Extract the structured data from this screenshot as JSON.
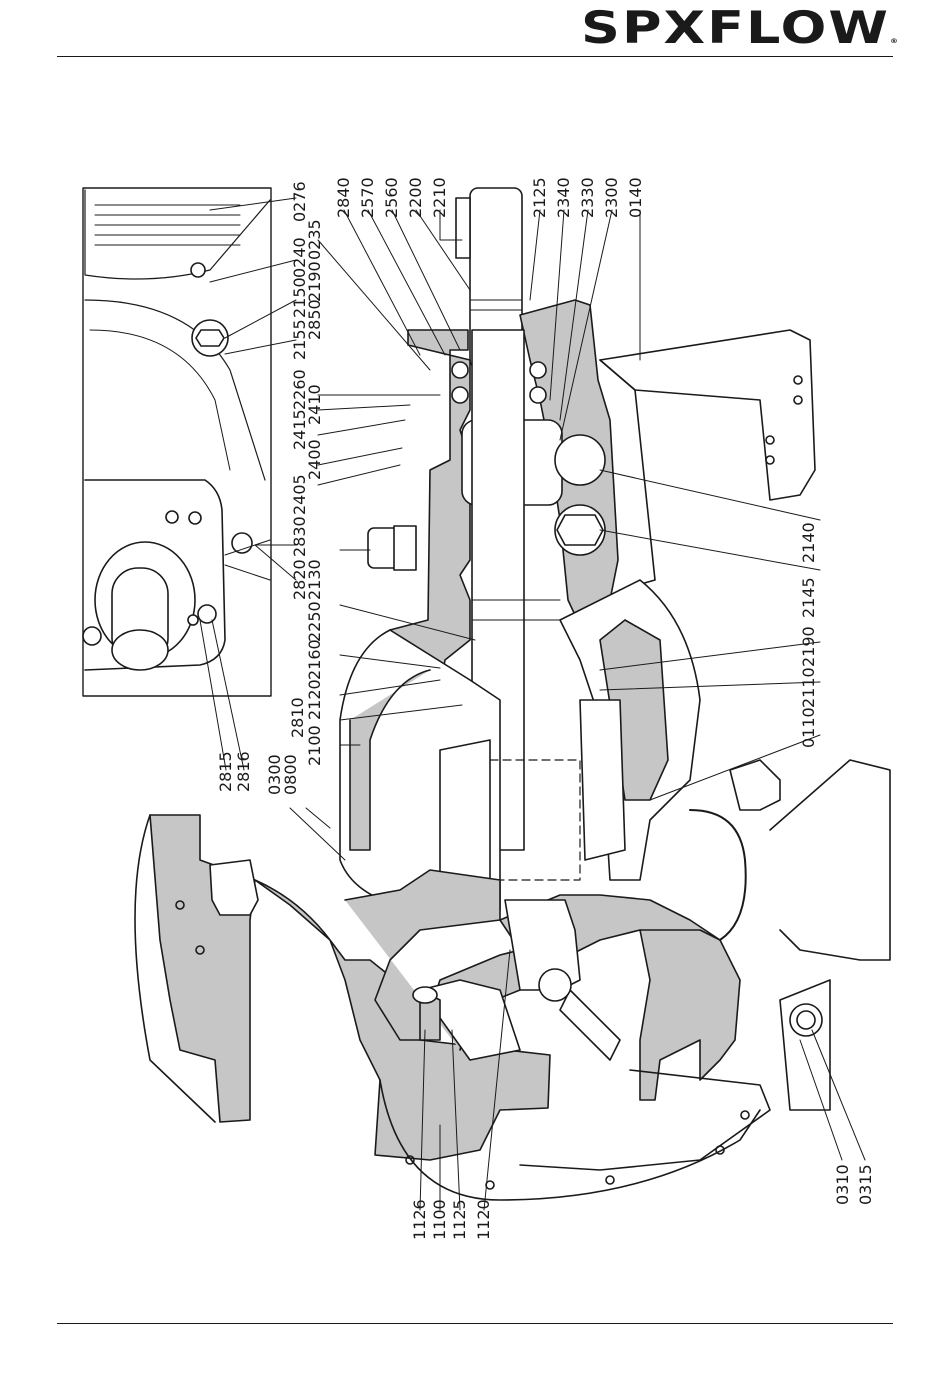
{
  "header": {
    "logo_main": "SPXFLOW",
    "logo_mark": "®"
  },
  "diagram": {
    "part_labels": [
      {
        "id": "0276",
        "text": "0276"
      },
      {
        "id": "0235",
        "text": "0235"
      },
      {
        "id": "0240",
        "text": "0240"
      },
      {
        "id": "2190a",
        "text": "2190"
      },
      {
        "id": "2150",
        "text": "2150"
      },
      {
        "id": "2850",
        "text": "2850"
      },
      {
        "id": "2155",
        "text": "2155"
      },
      {
        "id": "2260",
        "text": "2260"
      },
      {
        "id": "2410",
        "text": "2410"
      },
      {
        "id": "2415",
        "text": "2415"
      },
      {
        "id": "2400",
        "text": "2400"
      },
      {
        "id": "2405",
        "text": "2405"
      },
      {
        "id": "2830",
        "text": "2830"
      },
      {
        "id": "2820",
        "text": "2820"
      },
      {
        "id": "2130",
        "text": "2130"
      },
      {
        "id": "2250",
        "text": "2250"
      },
      {
        "id": "2160",
        "text": "2160"
      },
      {
        "id": "2120",
        "text": "2120"
      },
      {
        "id": "2810",
        "text": "2810"
      },
      {
        "id": "2100",
        "text": "2100"
      },
      {
        "id": "0300",
        "text": "0300"
      },
      {
        "id": "0800",
        "text": "0800"
      },
      {
        "id": "2815",
        "text": "2815"
      },
      {
        "id": "2816",
        "text": "2816"
      },
      {
        "id": "2840",
        "text": "2840"
      },
      {
        "id": "2570",
        "text": "2570"
      },
      {
        "id": "2560",
        "text": "2560"
      },
      {
        "id": "2200",
        "text": "2200"
      },
      {
        "id": "2210",
        "text": "2210"
      },
      {
        "id": "2125",
        "text": "2125"
      },
      {
        "id": "2340",
        "text": "2340"
      },
      {
        "id": "2330",
        "text": "2330"
      },
      {
        "id": "2300",
        "text": "2300"
      },
      {
        "id": "0140",
        "text": "0140"
      },
      {
        "id": "2140",
        "text": "2140"
      },
      {
        "id": "2145",
        "text": "2145"
      },
      {
        "id": "2190b",
        "text": "2190"
      },
      {
        "id": "2110",
        "text": "2110"
      },
      {
        "id": "0110",
        "text": "0110"
      },
      {
        "id": "0310",
        "text": "0310"
      },
      {
        "id": "0315",
        "text": "0315"
      },
      {
        "id": "1126",
        "text": "1126"
      },
      {
        "id": "1100",
        "text": "1100"
      },
      {
        "id": "1125",
        "text": "1125"
      },
      {
        "id": "1120",
        "text": "1120"
      }
    ]
  }
}
